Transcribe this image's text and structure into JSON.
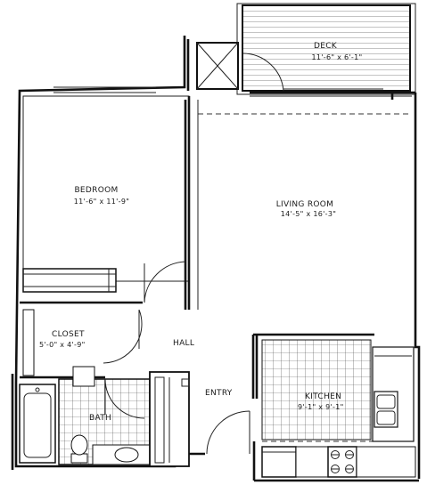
{
  "rooms": {
    "deck": {
      "name": "DECK",
      "size": "11'-6\" x 6'-1\""
    },
    "bedroom": {
      "name": "BEDROOM",
      "size": "11'-6\" x 11'-9\""
    },
    "living_room": {
      "name": "LIVING ROOM",
      "size": "14'-5\" x 16'-3\""
    },
    "closet": {
      "name": "CLOSET",
      "size": "5'-0\" x 4'-9\""
    },
    "hall": {
      "name": "HALL"
    },
    "entry": {
      "name": "ENTRY"
    },
    "kitchen": {
      "name": "KITCHEN",
      "size": "9'-1\" x 9'-1\""
    },
    "bath": {
      "name": "BATH"
    }
  }
}
